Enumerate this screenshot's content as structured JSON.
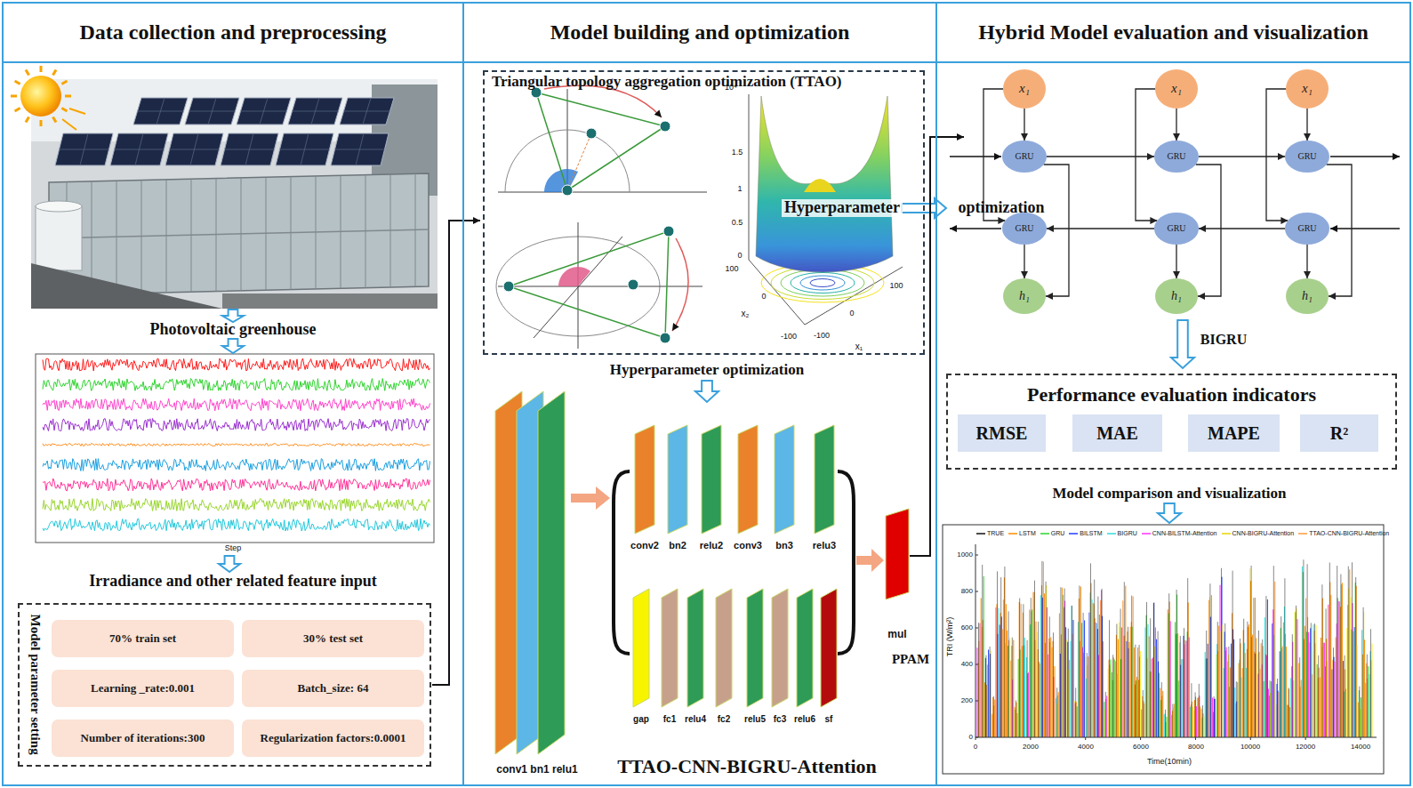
{
  "diagram": {
    "nodes": [
      {
        "text": [
          "Data collection and preprocessing"
        ]
      },
      {
        "text": [
          "Model parameter setting"
        ],
        "in": 0
      },
      {
        "text": [
          "70% train set"
        ],
        "in": 1
      },
      {
        "text": [
          "30% test set"
        ],
        "in": 1
      },
      {
        "text": [
          "Learning _rate:0.001"
        ],
        "in": 1
      },
      {
        "text": [
          "Batch_size: 64"
        ],
        "in": 1
      },
      {
        "text": [
          "Number of iterations:300"
        ],
        "in": 1
      },
      {
        "text": [
          "Regularization factors:0.0001"
        ],
        "in": 1
      },
      {
        "text": [
          "Model building and optimization"
        ]
      },
      {
        "text": [
          "Triangular topology aggregation optimization (TTAO)"
        ],
        "in": 8
      },
      {
        "text": [
          "Hybrid Model evaluation and visualization"
        ]
      },
      {
        "text": [
          "x₁"
        ],
        "in": 10
      },
      {
        "text": [
          "x₁"
        ],
        "in": 10
      },
      {
        "text": [
          "x₁"
        ],
        "in": 10
      },
      {
        "text": [
          "GRU"
        ],
        "in": 10
      },
      {
        "text": [
          "GRU"
        ],
        "in": 10
      },
      {
        "text": [
          "GRU"
        ],
        "in": 10
      },
      {
        "text": [
          "GRU"
        ],
        "in": 10
      },
      {
        "text": [
          "GRU"
        ],
        "in": 10
      },
      {
        "text": [
          "GRU"
        ],
        "in": 10
      },
      {
        "text": [
          "h₁"
        ],
        "in": 10
      },
      {
        "text": [
          "h₁"
        ],
        "in": 10
      },
      {
        "text": [
          "h₁"
        ],
        "in": 10
      },
      {
        "text": [
          "Performance evaluation indicators"
        ],
        "in": 10
      },
      {
        "text": [
          "RMSE"
        ],
        "in": 23
      },
      {
        "text": [
          "MAE"
        ],
        "in": 23
      },
      {
        "text": [
          "MAPE"
        ],
        "in": 23
      },
      {
        "text": [
          "R²"
        ],
        "in": 23
      }
    ],
    "edges": [
      {
        "from": 11,
        "to": 14,
        "arrow": "to"
      },
      {
        "from": 12,
        "to": 15,
        "arrow": "to"
      },
      {
        "from": 13,
        "to": 16,
        "arrow": "to"
      },
      {
        "from": 14,
        "to": 15,
        "arrow": "to"
      },
      {
        "from": 15,
        "to": 16,
        "arrow": "to"
      },
      {
        "from": 19,
        "to": 18,
        "arrow": "to"
      },
      {
        "from": 18,
        "to": 17,
        "arrow": "to"
      },
      {
        "from": 17,
        "to": 20,
        "arrow": "to"
      },
      {
        "from": 18,
        "to": 21,
        "arrow": "to"
      },
      {
        "from": 19,
        "to": 22,
        "arrow": "to"
      },
      {
        "from": 11,
        "to": 17,
        "arrow": "to"
      },
      {
        "from": 12,
        "to": 18,
        "arrow": "to"
      },
      {
        "from": 13,
        "to": 19,
        "arrow": "to"
      },
      {
        "from": 14,
        "to": 20,
        "arrow": "to"
      },
      {
        "from": 15,
        "to": 21,
        "arrow": "to"
      },
      {
        "from": 16,
        "to": 22,
        "arrow": "to"
      }
    ],
    "labels": [
      "Photovoltaic greenhouse",
      "Step",
      "Irradiance and other related feature input",
      "10⁴",
      "1.5",
      "1",
      "0.5",
      "0",
      "100",
      "0",
      "-100",
      "x₂",
      "-100",
      "0",
      "100",
      "x₁",
      "Hyperparameter",
      "optimization",
      "Hyperparameter optimization",
      "conv1 bn1 relu1",
      "conv2",
      "bn2",
      "relu2",
      "conv3",
      "bn3",
      "relu3",
      "gap",
      "fc1",
      "relu4",
      "fc2",
      "relu5",
      "fc3",
      "relu6",
      "sf",
      "mul",
      "PPAM",
      "TTAO-CNN-BIGRU-Attention",
      "BIGRU",
      "Model comparison and visualization",
      "TRI (W/m²)",
      "0",
      "200",
      "400",
      "600",
      "800",
      "1000",
      "0",
      "2000",
      "4000",
      "6000",
      "8000",
      "10000",
      "12000",
      "14000",
      "Time(10min)"
    ],
    "legend": [
      {
        "text": "TRUE"
      },
      {
        "text": "LSTM"
      },
      {
        "text": "GRU"
      },
      {
        "text": "BILSTM"
      },
      {
        "text": "BIGRU"
      },
      {
        "text": "CNN-BILSTM-Attention"
      },
      {
        "text": "CNN-BIGRU-Attention"
      },
      {
        "text": "TTAO-CNN-BIGRU-Attention"
      }
    ]
  }
}
